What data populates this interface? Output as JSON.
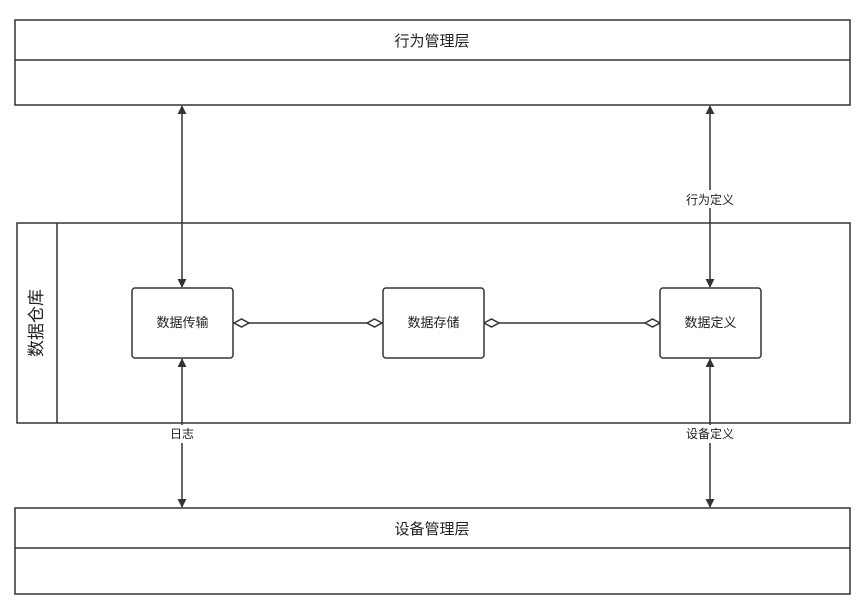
{
  "layers": {
    "top": {
      "title": "行为管理层"
    },
    "bottom": {
      "title": "设备管理层"
    },
    "warehouse": {
      "title": "数据仓库"
    }
  },
  "nodes": {
    "transfer": {
      "label": "数据传输"
    },
    "storage": {
      "label": "数据存储"
    },
    "definition": {
      "label": "数据定义"
    }
  },
  "edge_labels": {
    "behavior_def": "行为定义",
    "log": "日志",
    "device_def": "设备定义"
  },
  "colors": {
    "stroke": "#333333",
    "text": "#222222",
    "background": "#ffffff"
  }
}
